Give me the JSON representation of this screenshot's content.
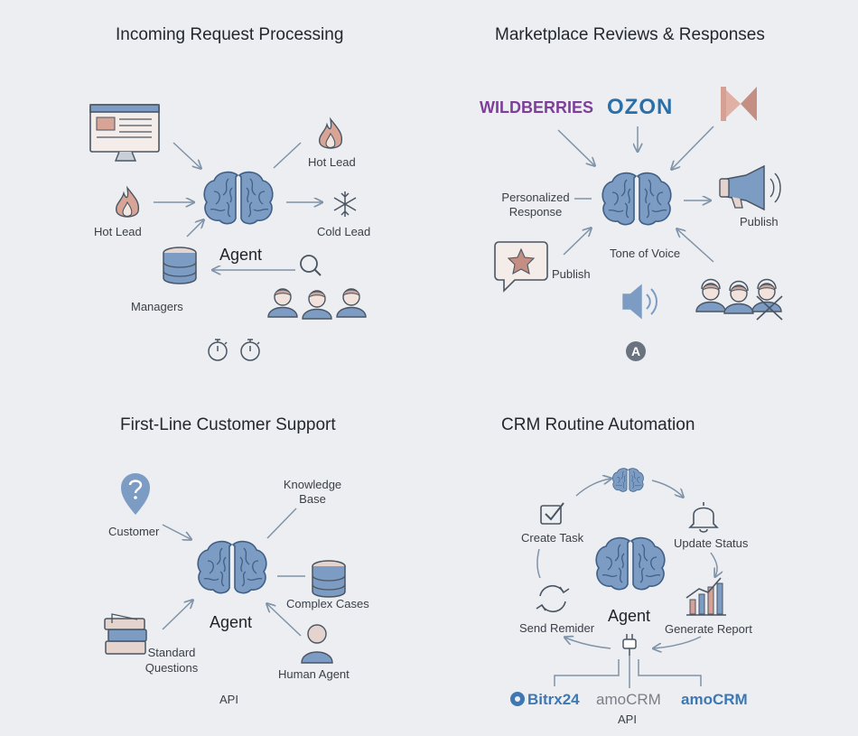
{
  "panels": {
    "incoming": {
      "title": "Incoming Request Processing",
      "hot_lead_top": "Hot Lead",
      "hot_lead_left": "Hot Lead",
      "cold_lead": "Cold Lead",
      "agent": "Agent",
      "managers": "Managers"
    },
    "marketplace": {
      "title": "Marketplace Reviews & Responses",
      "wildberries": "WILDBERRIES",
      "ozon": "OZON",
      "personalized_line1": "Personalized",
      "personalized_line2": "Response",
      "publish_right": "Publish",
      "publish_left": "Publish",
      "tone": "Tone of Voice",
      "badge": "A"
    },
    "support": {
      "title": "First-Line Customer Support",
      "customer": "Customer",
      "kb_line1": "Knowledge",
      "kb_line2": "Base",
      "complex": "Complex Cases",
      "agent": "Agent",
      "standard_line1": "Standard",
      "standard_line2": "Questions",
      "human": "Human Agent",
      "api": "API"
    },
    "crm": {
      "title": "CRM Routine Automation",
      "create_task": "Create Task",
      "update_status": "Update Status",
      "send_reminder": "Send Remider",
      "generate_report": "Generate Report",
      "agent": "Agent",
      "bitrix": "Bitrx24",
      "amocrm_grey": "amoCRM",
      "amocrm_blue": "amoCRM",
      "api": "API"
    }
  },
  "colors": {
    "brain": "#7c9cc4",
    "brain_dark": "#3f5f87",
    "stroke": "#4a5563",
    "arrow": "#7f93a8",
    "wildberries": "#7d3f98",
    "ozon": "#2b6fa8",
    "amocrm_blue": "#3d78b3",
    "bitrix": "#3d78b3",
    "flame": "#c99a8d",
    "people": "#7c9cc4",
    "skin": "#f1e3dc"
  },
  "icons": [
    "monitor-icon",
    "flame-icon",
    "snowflake-icon",
    "database-icon",
    "search-icon",
    "people-icon",
    "stopwatch-icon",
    "megaphone-icon",
    "star-chat-icon",
    "speaker-icon",
    "headset-icon",
    "question-pin-icon",
    "books-icon",
    "person-icon",
    "checkbox-icon",
    "bell-icon",
    "refresh-icon",
    "chart-icon",
    "plug-icon",
    "brain-icon"
  ]
}
